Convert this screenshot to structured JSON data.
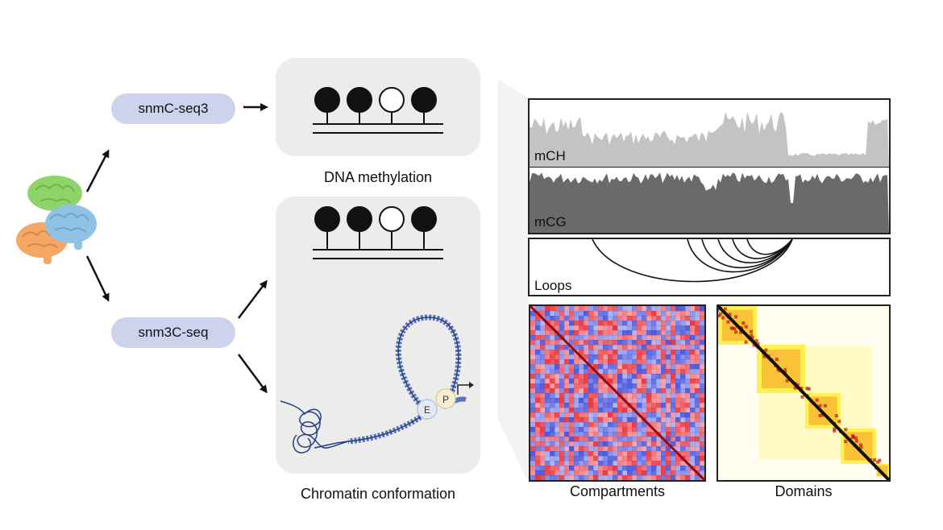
{
  "assays": {
    "snmc": "snmC-seq3",
    "snm3c": "snm3C-seq"
  },
  "captions": {
    "methylation": "DNA methylation",
    "chromatin": "Chromatin conformation"
  },
  "loop_anchors": {
    "enhancer": "E",
    "promoter": "P"
  },
  "tracks": {
    "mch": "mCH",
    "mcg": "mCG",
    "loops": "Loops"
  },
  "heatmaps": {
    "compartments": "Compartments",
    "domains": "Domains"
  },
  "methylation_pattern": [
    true,
    true,
    false,
    true
  ],
  "colors": {
    "pill": "#cdd3ec",
    "box": "#ececec",
    "mch": "#c3c3c3",
    "mcg": "#6a6a6a",
    "compartment_red": "#e8242a",
    "compartment_blue": "#3b48d6",
    "domain_yellow": "#fff04a",
    "domain_red": "#c1121a"
  }
}
